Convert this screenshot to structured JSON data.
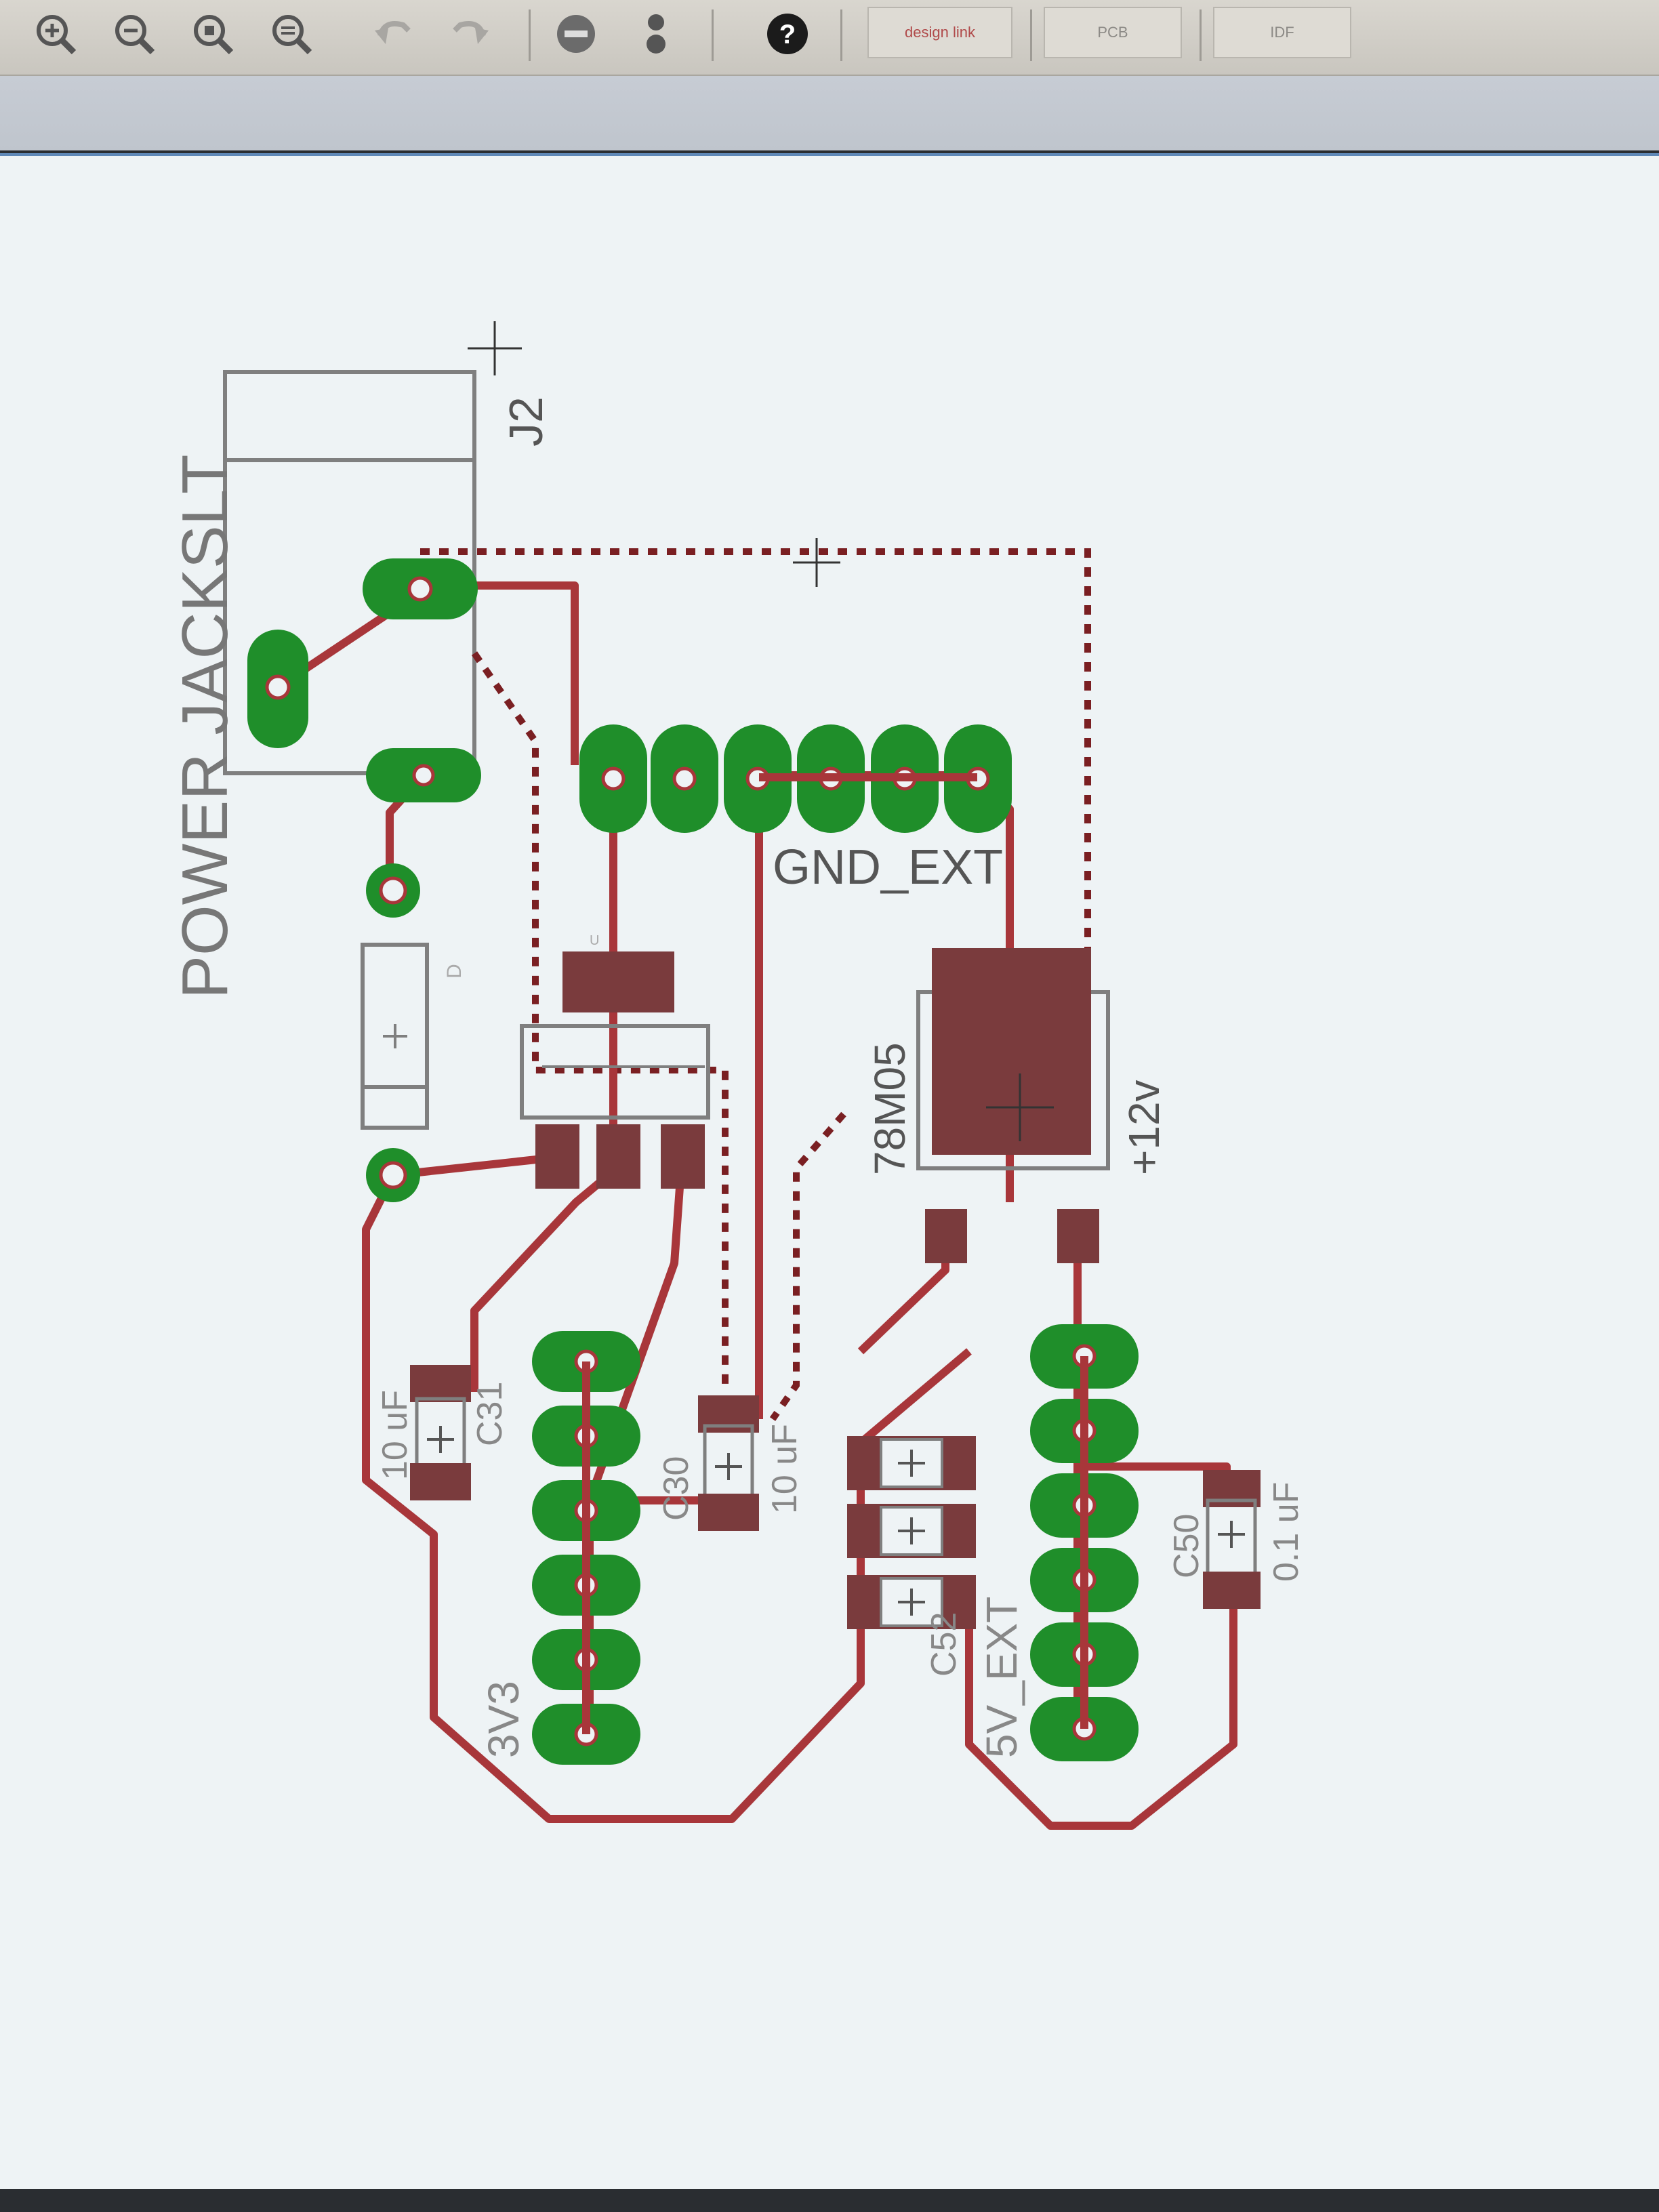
{
  "toolbar": {
    "buttons": [
      {
        "name": "zoom-in-icon"
      },
      {
        "name": "zoom-out-icon"
      },
      {
        "name": "zoom-fit-icon"
      },
      {
        "name": "zoom-select-icon"
      },
      {
        "name": "undo-icon"
      },
      {
        "name": "redo-icon"
      },
      {
        "name": "stop-icon"
      },
      {
        "name": "go-icon"
      },
      {
        "name": "help-icon"
      }
    ],
    "help_label": "?",
    "design_link_label": "design link",
    "pcb_label": "PCB",
    "idf_label": "IDF"
  },
  "board": {
    "labels": {
      "power_jack": "POWER JACKSLT",
      "j2": "J2",
      "gnd_ext": "GND_EXT",
      "reg": "78M05",
      "plus12v": "+12v",
      "c31": "C31",
      "c31_value": "10 uF",
      "c30": "C30",
      "c30_value": "10 uF",
      "c50": "C50",
      "c50_value": "0.1 uF",
      "c52": "C52",
      "v3v3": "3V3",
      "v5_ext": "5V_EXT",
      "d1": "D",
      "u1": "U"
    },
    "colors": {
      "background": "#eef3f5",
      "trace": "#a8363a",
      "pad": "#1f8e2a",
      "smd_pad": "#7a3b3d",
      "silkscreen": "#7f7f7f",
      "airwire": "#7a1f22"
    },
    "components": [
      "J2 power jack",
      "D1 diode",
      "U1 3.3V regulator",
      "78M05 5V regulator",
      "GND_EXT header",
      "3V3 header",
      "5V_EXT header",
      "C31",
      "C30",
      "C50",
      "C52"
    ]
  }
}
